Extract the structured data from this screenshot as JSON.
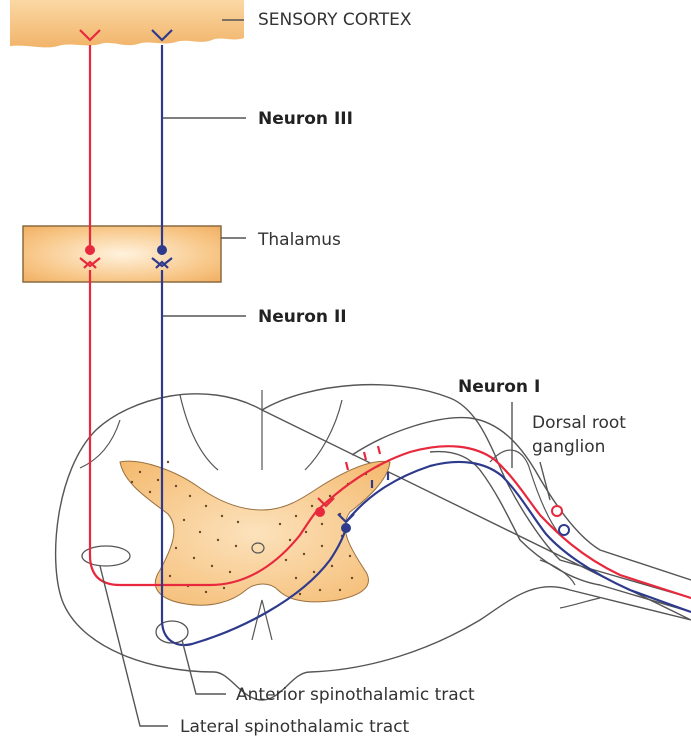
{
  "labels": {
    "sensory_cortex": "SENSORY CORTEX",
    "neuron_iii": "Neuron III",
    "thalamus": "Thalamus",
    "neuron_ii": "Neuron II",
    "neuron_i": "Neuron I",
    "dorsal_root_line1": "Dorsal root",
    "dorsal_root_line2": "ganglion",
    "anterior_tract": "Anterior spinothalamic tract",
    "lateral_tract": "Lateral spinothalamic tract"
  },
  "colors": {
    "red_pathway": "#e8283c",
    "blue_pathway": "#2e3a8c",
    "tissue_fill": "#f7c27e",
    "outline": "#555555",
    "background": "#ffffff"
  }
}
